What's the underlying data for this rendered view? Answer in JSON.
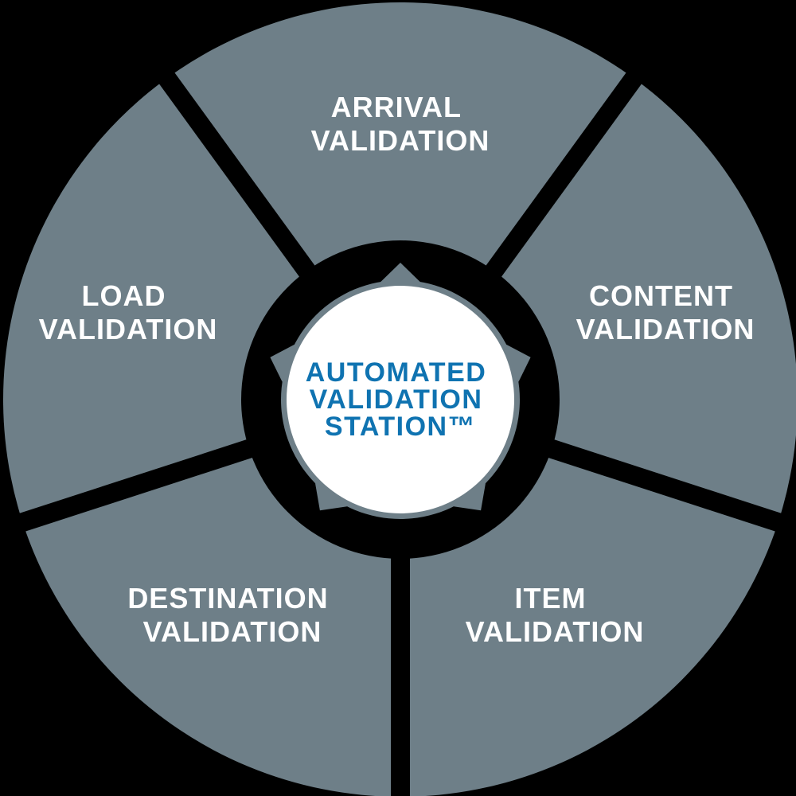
{
  "diagram": {
    "name": "Automated Validation Station wheel",
    "center": {
      "lines": [
        "AUTOMATED",
        "VALIDATION",
        "STATION™"
      ]
    },
    "segments": [
      {
        "id": "arrival",
        "lines": [
          "ARRIVAL",
          "VALIDATION"
        ]
      },
      {
        "id": "content",
        "lines": [
          "CONTENT",
          "VALIDATION"
        ]
      },
      {
        "id": "item",
        "lines": [
          "ITEM",
          "VALIDATION"
        ]
      },
      {
        "id": "destination",
        "lines": [
          "DESTINATION",
          "VALIDATION"
        ]
      },
      {
        "id": "load",
        "lines": [
          "LOAD",
          "VALIDATION"
        ]
      }
    ],
    "colors": {
      "background": "#000000",
      "wedge": "#6E7F88",
      "divider": "#000000",
      "hub": "#000000",
      "star": "#6E7F88",
      "center_circle": "#FFFFFF",
      "center_text": "#0F73B1",
      "label_text": "#FFFFFF"
    }
  }
}
